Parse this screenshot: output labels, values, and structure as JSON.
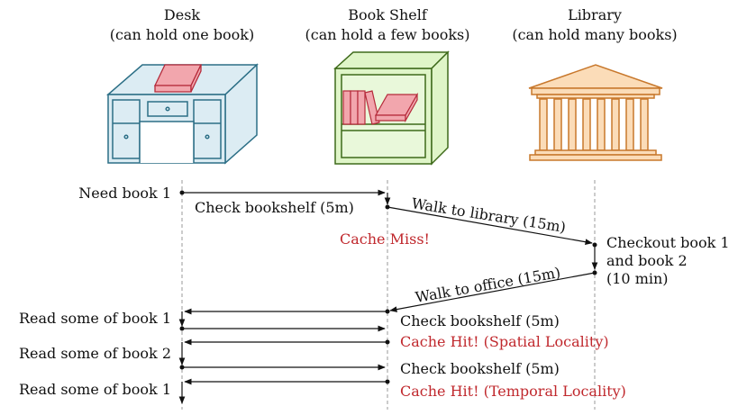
{
  "columns": [
    {
      "title": "Desk",
      "subtitle": "(can hold one book)",
      "icon": "desk-icon"
    },
    {
      "title": "Book Shelf",
      "subtitle": "(can hold a few books)",
      "icon": "bookshelf-icon"
    },
    {
      "title": "Library",
      "subtitle": "(can hold many books)",
      "icon": "library-icon"
    }
  ],
  "labels": {
    "need_book": "Need book 1",
    "check_shelf_1": "Check bookshelf (5m)",
    "walk_library": "Walk to library (15m)",
    "cache_miss": "Cache Miss!",
    "checkout_1": "Checkout book 1",
    "checkout_2": "and book 2",
    "checkout_3": "(10 min)",
    "walk_office": "Walk to office (15m)",
    "read_1a": "Read some of book 1",
    "read_2": "Read some of book 2",
    "read_1b": "Read some of book 1",
    "check_shelf_2": "Check bookshelf (5m)",
    "cache_hit_spatial": "Cache Hit! (Spatial Locality)",
    "check_shelf_3": "Check bookshelf (5m)",
    "cache_hit_temporal": "Cache Hit! (Temporal Locality)"
  },
  "colors": {
    "desk_fill": "#dcecf3",
    "desk_stroke": "#2c6f86",
    "book_fill": "#f2a6ad",
    "book_stroke": "#b52a3a",
    "shelf_fill": "#dff5c8",
    "shelf_stroke": "#3e6a1a",
    "library_fill": "#fbdcb8",
    "library_stroke": "#c8782c",
    "highlight": "#c0282d"
  }
}
